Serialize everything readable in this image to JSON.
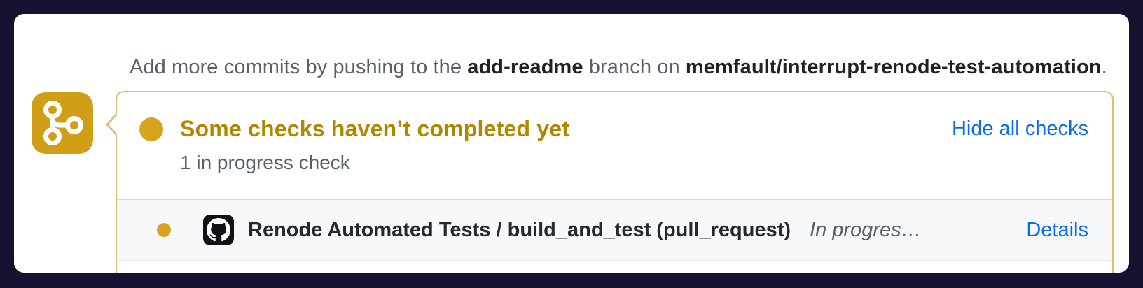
{
  "colors": {
    "page_background": "#151231",
    "attention_icon": "#d19e18",
    "attention_ring": "#d8a420",
    "attention_border": "#d9bd72",
    "attention_heading": "#b08800",
    "link_blue": "#0a6ce0",
    "row_background": "#f6f8fa"
  },
  "merge_box": {
    "push_hint": {
      "prefix": "Add more commits by pushing to the ",
      "branch": "add-readme",
      "middle": " branch on ",
      "repo": "memfault/interrupt-renode-test-automation",
      "suffix": "."
    },
    "checks": {
      "heading": "Some checks haven’t completed yet",
      "summary": "1 in progress check",
      "hide_all_label": "Hide all checks",
      "rows": [
        {
          "name": "Renode Automated Tests / build_and_test (pull_request)",
          "status": "In progres…",
          "details_label": "Details"
        }
      ]
    }
  }
}
